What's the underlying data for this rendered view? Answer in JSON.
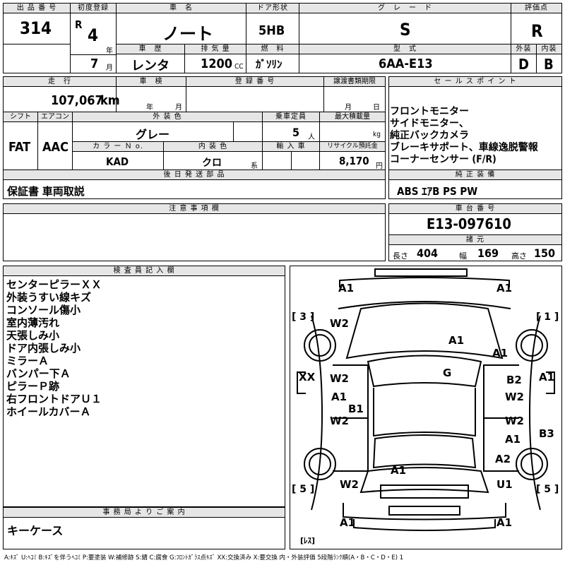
{
  "labels": {
    "lot_no": "出 品 番 号",
    "first_reg": "初度登録",
    "car_name": "車　名",
    "door": "ドア形状",
    "grade": "グ　レ　ー　ド",
    "score": "評価点",
    "history": "車　歴",
    "displacement": "排 気 量",
    "fuel": "燃　料",
    "model": "型　式",
    "exterior": "外装",
    "interior": "内装",
    "mileage": "走　行",
    "inspection": "車　検",
    "registration": "登 録 番 号",
    "transfer_doc": "譲渡書類期限",
    "shift": "シフト",
    "aircon": "エアコン",
    "ext_color": "外 装 色",
    "capacity": "乗車定員",
    "max_load": "最大積載量",
    "color_no": "カ ラ ー Ｎ o.",
    "int_color": "内 装 色",
    "import": "輸 入 車",
    "recycle": "リサイクル預託金",
    "later_parts": "後 日 発 送 部 品",
    "sales_points": "セ ー ル ス ポ イ ン ト",
    "std_equip": "純 正 装 備",
    "caution": "注 意 事 項 欄",
    "chassis": "車 台 番 号",
    "dimensions": "諸 元",
    "inspector": "検 査 員 記 入 欄",
    "office": "事 務 局 よ り ご 案 内"
  },
  "units": {
    "year": "年",
    "month": "月",
    "cc": "CC",
    "km": "km",
    "nen": "年",
    "gatsu": "月",
    "day": "日",
    "people": "人",
    "kg": "kg",
    "kei": "系",
    "yen": "円",
    "length": "長さ",
    "width": "幅",
    "height": "高さ"
  },
  "vehicle": {
    "lot_no": "314",
    "era": "R",
    "reg_year": "4",
    "reg_month": "7",
    "car_name": "ノート",
    "door": "5HB",
    "grade": "S",
    "score": "R",
    "exterior_score": "D",
    "interior_score": "B",
    "history": "レンタ",
    "displacement": "1200",
    "fuel": "ｶﾞｿﾘﾝ",
    "model": "6AA-E13",
    "mileage": "107,067",
    "shift": "FAT",
    "aircon": "AAC",
    "ext_color": "グレー",
    "capacity": "5",
    "color_no": "KAD",
    "int_color": "クロ",
    "recycle": "8,170",
    "later_parts": "保証書 車両取説",
    "chassis_no": "E13-097610",
    "length": "404",
    "width": "169",
    "height": "150"
  },
  "sales_points": [
    "フロントモニター",
    "サイドモニター、",
    "純正バックカメラ",
    "ブレーキサポート、車線逸脱警報",
    "コーナーセンサー (F/R)"
  ],
  "std_equipment": "ABS ｴｱB PS PW",
  "inspector_notes": [
    "センターピラーＸＸ",
    "外装うすい線キズ",
    "コンソール傷小",
    "室内薄汚れ",
    "天張しみ小",
    "ドア内張しみ小",
    "ミラーＡ",
    "バンパー下Ａ",
    "ピラーＰ跡",
    "右フロントドアＵ１",
    "ホイールカバーＡ"
  ],
  "office_notes": "キーケース",
  "damage_marks": [
    "A1",
    "A1",
    "A1",
    "A1",
    "W2",
    "A1",
    "G",
    "XX",
    "W2",
    "A1",
    "B1",
    "W2",
    "B2",
    "W2",
    "W2",
    "A1",
    "A1",
    "B3",
    "A2",
    "U1",
    "W2",
    "A1",
    "A1",
    "A1"
  ],
  "side_labels": [
    "[ 3 ]",
    "[ 1 ]",
    "[ 5 ]",
    "[ 5 ]",
    "[ﾚｽ]"
  ],
  "legend": "A:ｷｽﾞ U:ﾍｺﾐ B:ｷｽﾞを伴うﾍｺﾐ P:要塗装 W:補修跡 S:錆 C:腐食 G:ﾌﾛﾝﾄｶﾞﾗｽ点ｷｽﾞ XX:交換済み X:要交換  内・外装評価 5段階ﾗﾝｸ順(A・B・C・D・E) 1"
}
